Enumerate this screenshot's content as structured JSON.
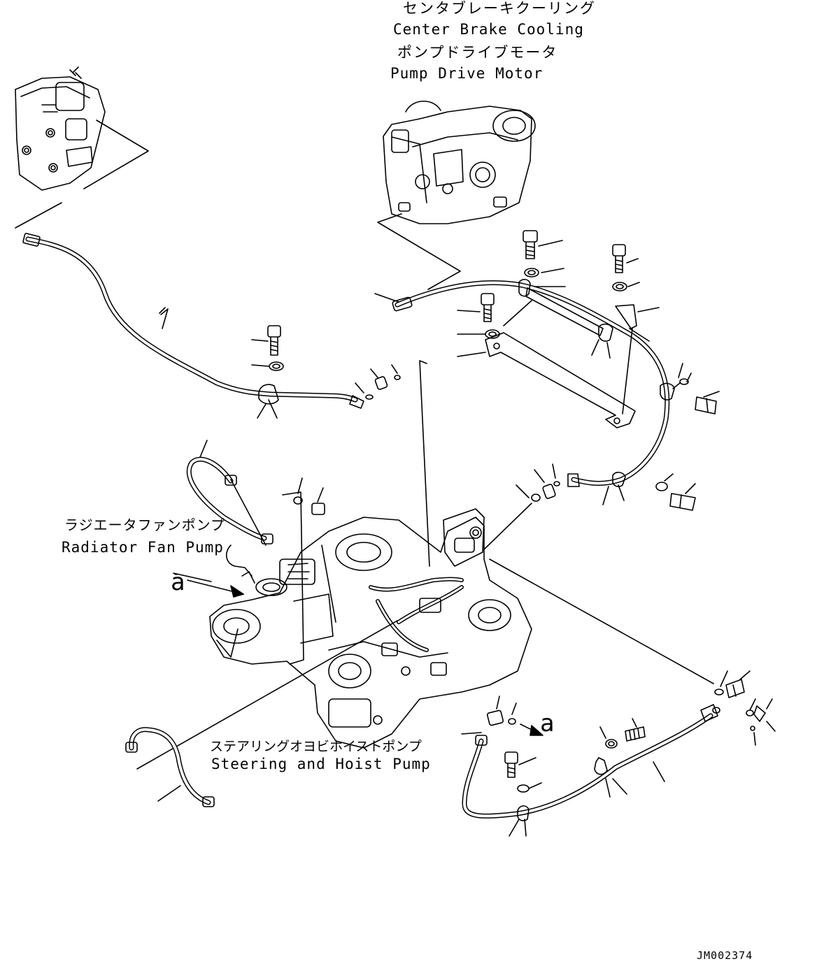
{
  "labels": {
    "center_brake_jp": "センタブレーキクーリング",
    "center_brake_en": "Center Brake Cooling",
    "pump_drive_jp": "ポンプドライブモータ",
    "pump_drive_en": "Pump Drive Motor",
    "radiator_jp": "ラジエータファンポンプ",
    "radiator_en": "Radiator Fan Pump",
    "steering_jp": "ステアリングオヨビホイストポンプ",
    "steering_en": "Steering and Hoist Pump",
    "ref_a1": "a",
    "ref_a2": "a",
    "drawing_code": "JM002374"
  }
}
